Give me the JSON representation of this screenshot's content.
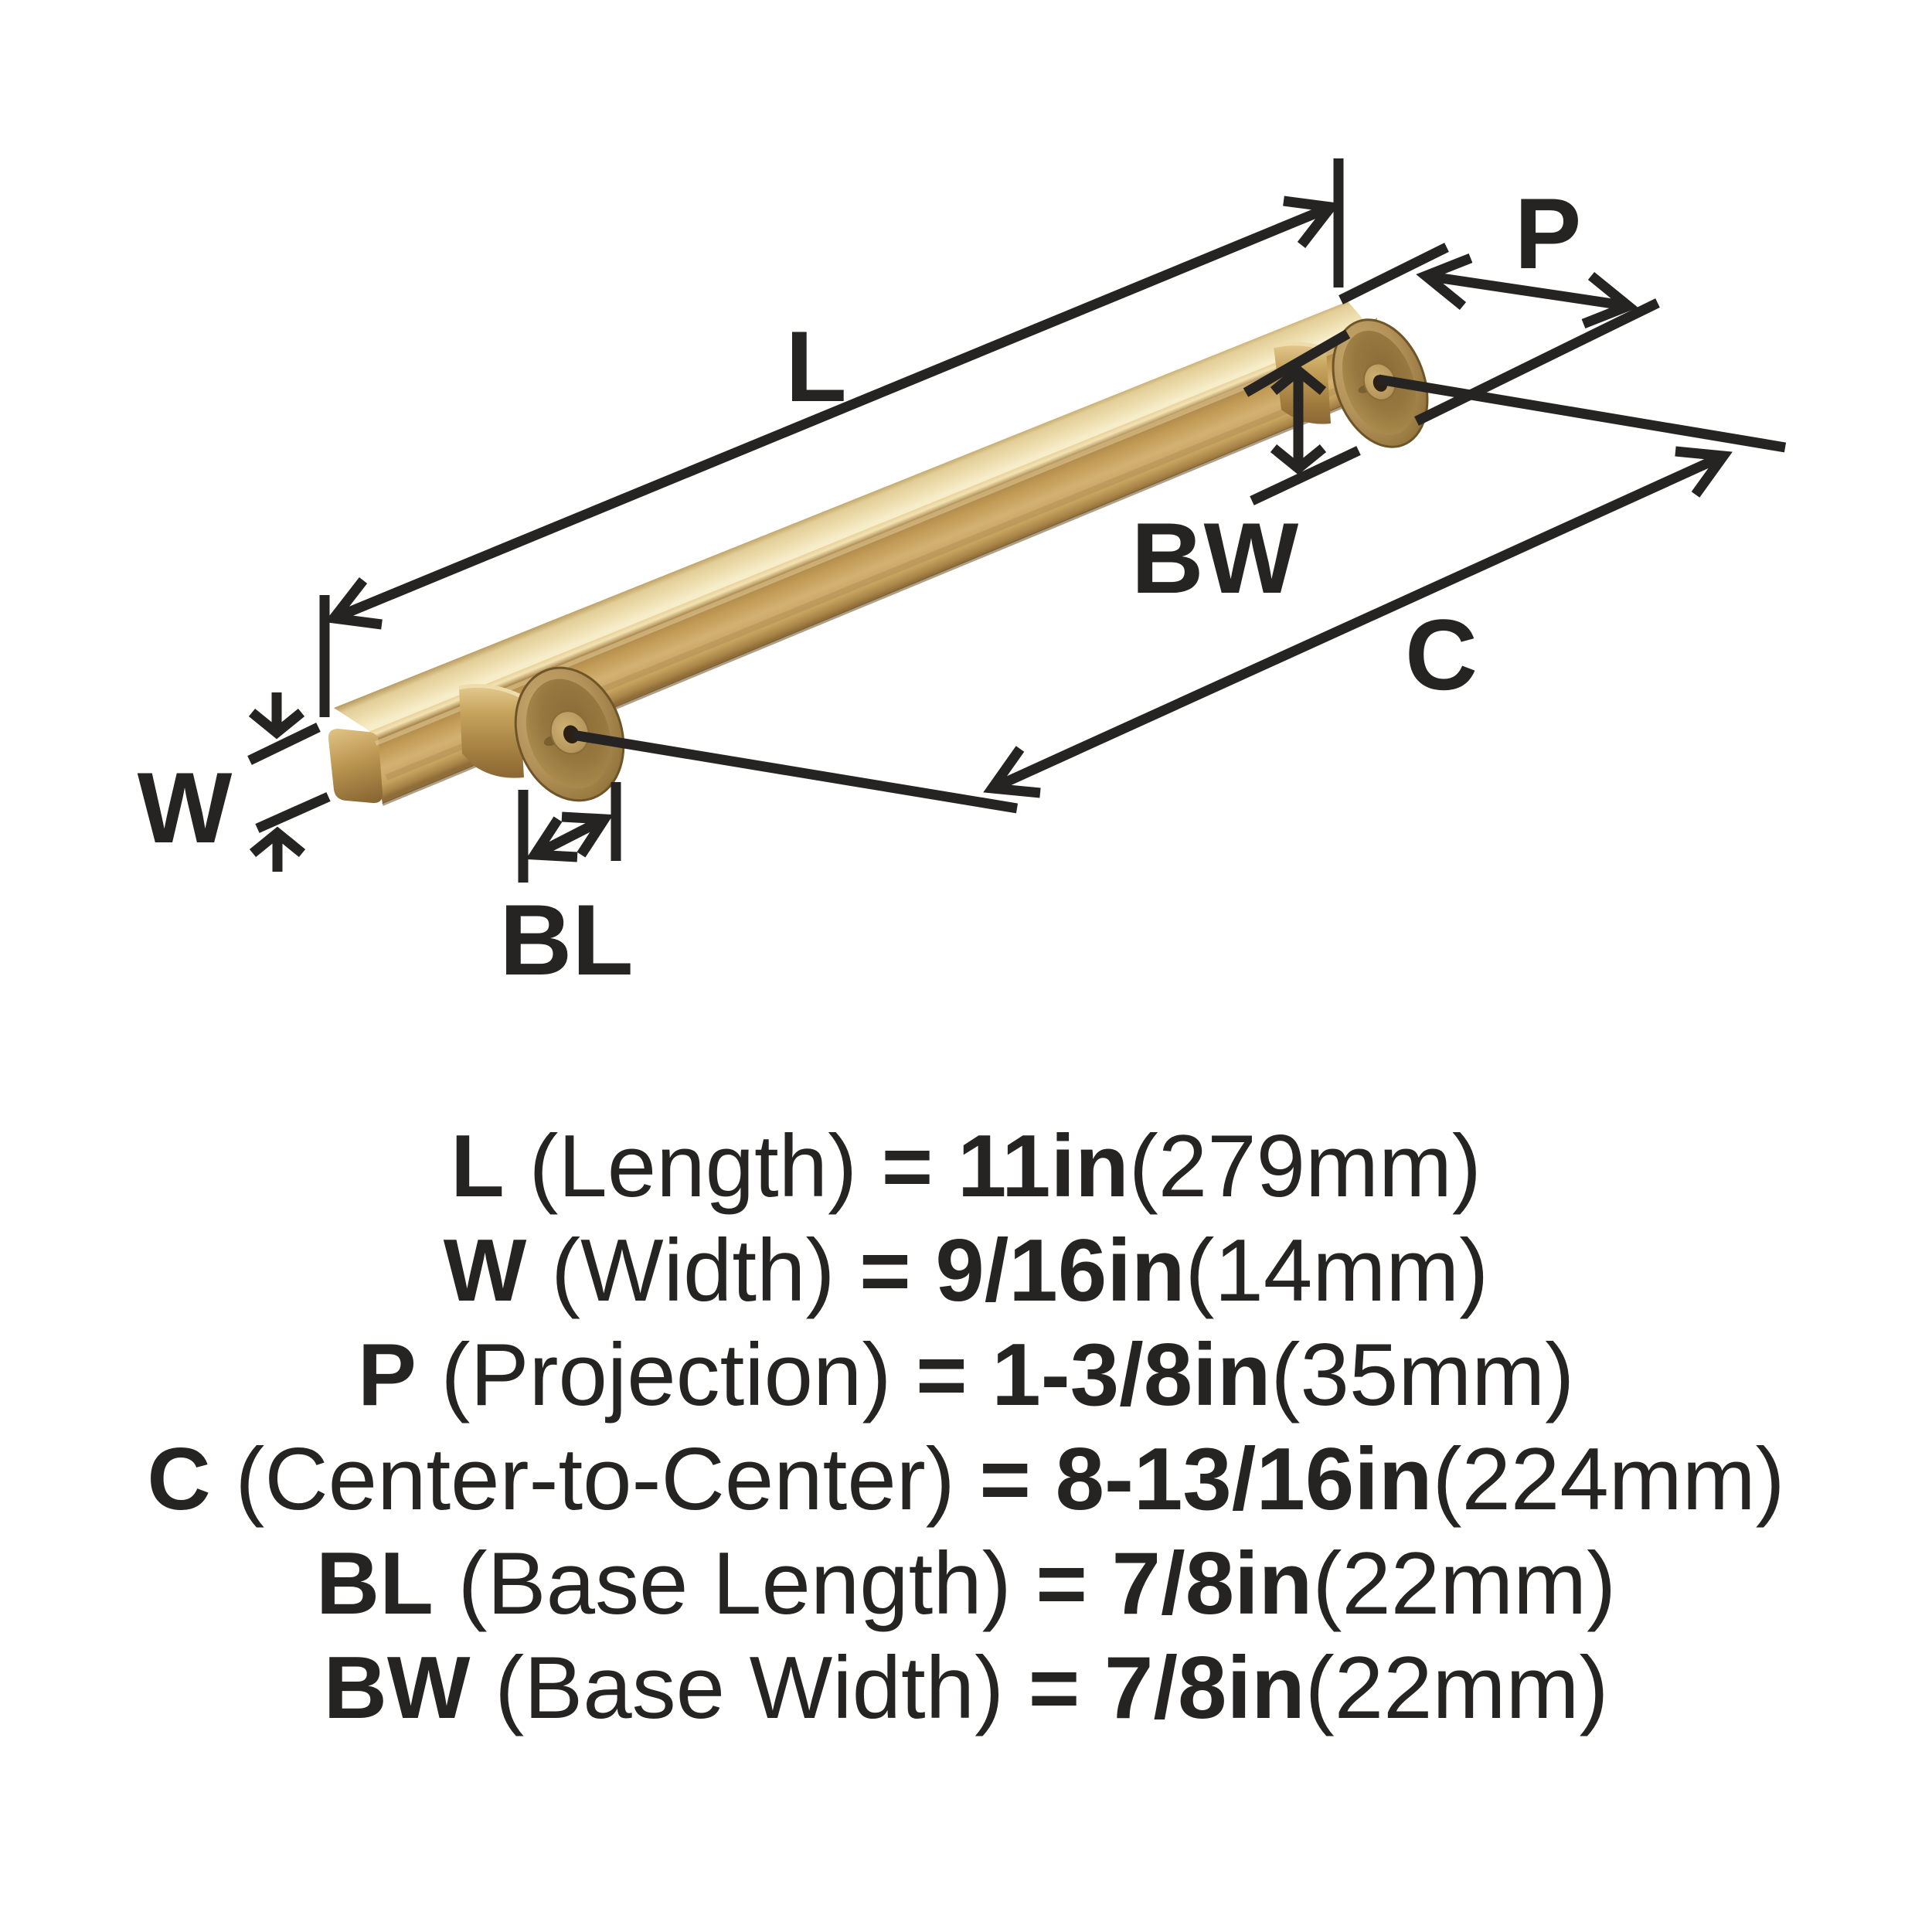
{
  "page": {
    "background": "#ffffff"
  },
  "diagram": {
    "ink_color": "#262423",
    "finish_color": "#c9a45c",
    "product": "bar-pull-handle",
    "labels": {
      "length": "L",
      "width": "W",
      "projection": "P",
      "center_to_center": "C",
      "base_length": "BL",
      "base_width": "BW"
    }
  },
  "specs": [
    {
      "symbol": "L",
      "name": "(Length)",
      "equals": "=",
      "value": "11in",
      "metric": "(279mm)"
    },
    {
      "symbol": "W",
      "name": "(Width)",
      "equals": "=",
      "value": "9/16in",
      "metric": "(14mm)"
    },
    {
      "symbol": "P",
      "name": "(Projection)",
      "equals": "=",
      "value": "1-3/8in",
      "metric": "(35mm)"
    },
    {
      "symbol": "C",
      "name": "(Center-to-Center)",
      "equals": "=",
      "value": "8-13/16in",
      "metric": "(224mm)"
    },
    {
      "symbol": "BL",
      "name": "(Base Length)",
      "equals": "=",
      "value": "7/8in",
      "metric": "(22mm)"
    },
    {
      "symbol": "BW",
      "name": "(Base Width)",
      "equals": "=",
      "value": "7/8in",
      "metric": "(22mm)"
    }
  ]
}
